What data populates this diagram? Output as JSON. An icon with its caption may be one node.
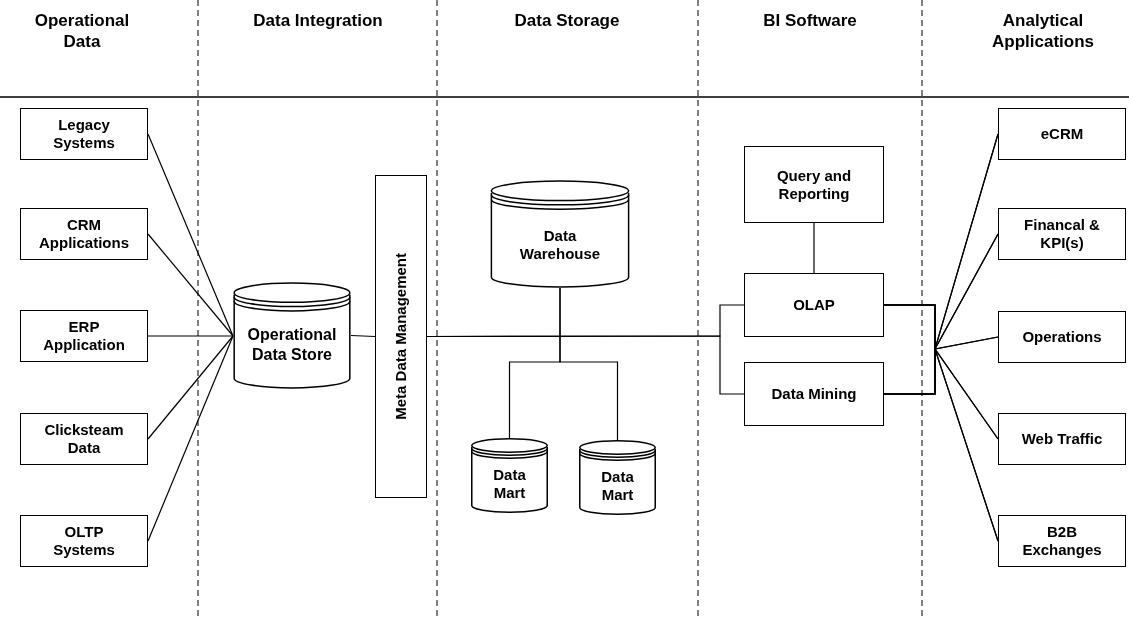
{
  "diagram": {
    "nodes": [
      {
        "text": [
          "Legacy Systems"
        ]
      },
      {
        "text": [
          "CRM Applications"
        ]
      },
      {
        "text": [
          "ERP Application"
        ]
      },
      {
        "text": [
          "Clicksteam Data"
        ]
      },
      {
        "text": [
          "OLTP Systems"
        ]
      },
      {
        "text": [
          "Operational Data Store"
        ]
      },
      {
        "text": [
          "Meta Data Management"
        ]
      },
      {
        "text": [
          "Data Warehouse"
        ]
      },
      {
        "text": [
          "Data Mart"
        ]
      },
      {
        "text": [
          "Data Mart"
        ]
      },
      {
        "text": [
          "Query and Reporting"
        ]
      },
      {
        "text": [
          "OLAP"
        ]
      },
      {
        "text": [
          "Data Mining"
        ]
      },
      {
        "text": [
          "eCRM"
        ]
      },
      {
        "text": [
          "Financal & KPI(s)"
        ]
      },
      {
        "text": [
          "Operations"
        ]
      },
      {
        "text": [
          "Web Traffic"
        ]
      },
      {
        "text": [
          "B2B Exchanges"
        ]
      }
    ],
    "edges": [
      {
        "from": 0,
        "to": 5,
        "arrow": "none"
      },
      {
        "from": 1,
        "to": 5,
        "arrow": "none"
      },
      {
        "from": 2,
        "to": 5,
        "arrow": "none"
      },
      {
        "from": 3,
        "to": 5,
        "arrow": "none"
      },
      {
        "from": 4,
        "to": 5,
        "arrow": "none"
      },
      {
        "from": 5,
        "to": 6,
        "arrow": "none"
      },
      {
        "from": 6,
        "to": 11,
        "arrow": "none"
      },
      {
        "from": 6,
        "to": 12,
        "arrow": "none"
      },
      {
        "from": 7,
        "to": 8,
        "arrow": "none"
      },
      {
        "from": 7,
        "to": 9,
        "arrow": "none"
      },
      {
        "from": 10,
        "to": 11,
        "arrow": "none"
      },
      {
        "from": 11,
        "to": 13,
        "arrow": "none"
      },
      {
        "from": 11,
        "to": 14,
        "arrow": "none"
      },
      {
        "from": 11,
        "to": 15,
        "arrow": "none"
      },
      {
        "from": 11,
        "to": 16,
        "arrow": "none"
      },
      {
        "from": 11,
        "to": 17,
        "arrow": "none"
      },
      {
        "from": 12,
        "to": 13,
        "arrow": "none"
      },
      {
        "from": 12,
        "to": 14,
        "arrow": "none"
      },
      {
        "from": 12,
        "to": 15,
        "arrow": "none"
      },
      {
        "from": 12,
        "to": 16,
        "arrow": "none"
      },
      {
        "from": 12,
        "to": 17,
        "arrow": "none"
      }
    ],
    "labels": [
      "Operational Data",
      "Data Integration",
      "Data Storage",
      "BI Software",
      "Analytical Applications"
    ]
  }
}
